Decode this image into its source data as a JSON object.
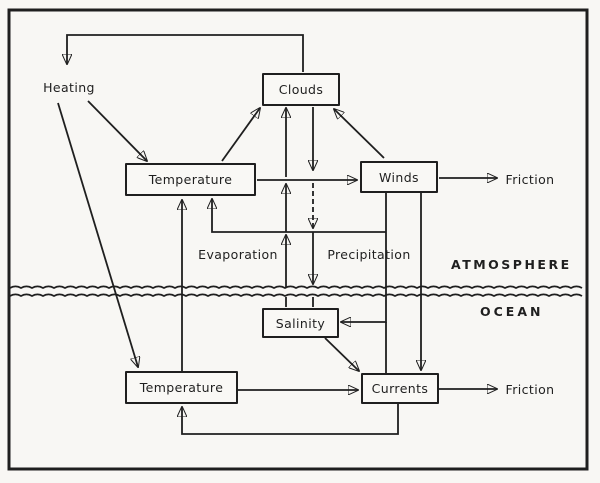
{
  "figure": {
    "type": "flow-diagram",
    "description": "Atmosphere–ocean interaction diagram",
    "regions": [
      {
        "id": "atmosphere",
        "label": "ATMOSPHERE"
      },
      {
        "id": "ocean",
        "label": "OCEAN"
      }
    ],
    "nodes": [
      {
        "id": "clouds",
        "label": "Clouds"
      },
      {
        "id": "temperature-atmosphere",
        "label": "Temperature"
      },
      {
        "id": "winds",
        "label": "Winds"
      },
      {
        "id": "salinity",
        "label": "Salinity"
      },
      {
        "id": "temperature-ocean",
        "label": "Temperature"
      },
      {
        "id": "currents",
        "label": "Currents"
      }
    ],
    "annotations": [
      {
        "id": "heating",
        "label": "Heating"
      },
      {
        "id": "evaporation",
        "label": "Evaporation"
      },
      {
        "id": "precipitation",
        "label": "Precipitation"
      },
      {
        "id": "friction-atmosphere",
        "label": "Friction"
      },
      {
        "id": "friction-ocean",
        "label": "Friction"
      }
    ],
    "edges": [
      {
        "from": "clouds",
        "to": "heating"
      },
      {
        "from": "heating",
        "to": "temperature-atmosphere"
      },
      {
        "from": "heating",
        "to": "temperature-ocean"
      },
      {
        "from": "temperature-atmosphere",
        "to": "clouds"
      },
      {
        "from": "winds",
        "to": "clouds"
      },
      {
        "from": "temperature-atmosphere",
        "to": "winds"
      },
      {
        "from": "winds",
        "to": "friction-atmosphere"
      },
      {
        "from": "winds",
        "to": "temperature-atmosphere"
      },
      {
        "from": "winds",
        "to": "salinity"
      },
      {
        "from": "winds",
        "to": "currents"
      },
      {
        "from": "ocean-surface",
        "to": "clouds",
        "label": "Evaporation"
      },
      {
        "from": "clouds",
        "to": "ocean-surface",
        "label": "Precipitation"
      },
      {
        "from": "salinity",
        "to": "currents"
      },
      {
        "from": "temperature-ocean",
        "to": "currents"
      },
      {
        "from": "currents",
        "to": "friction-ocean"
      },
      {
        "from": "currents",
        "to": "temperature-ocean"
      },
      {
        "from": "temperature-ocean",
        "to": "temperature-atmosphere"
      }
    ],
    "colors": {
      "ink": "#1f1f1f",
      "paper": "#f8f7f4"
    }
  }
}
